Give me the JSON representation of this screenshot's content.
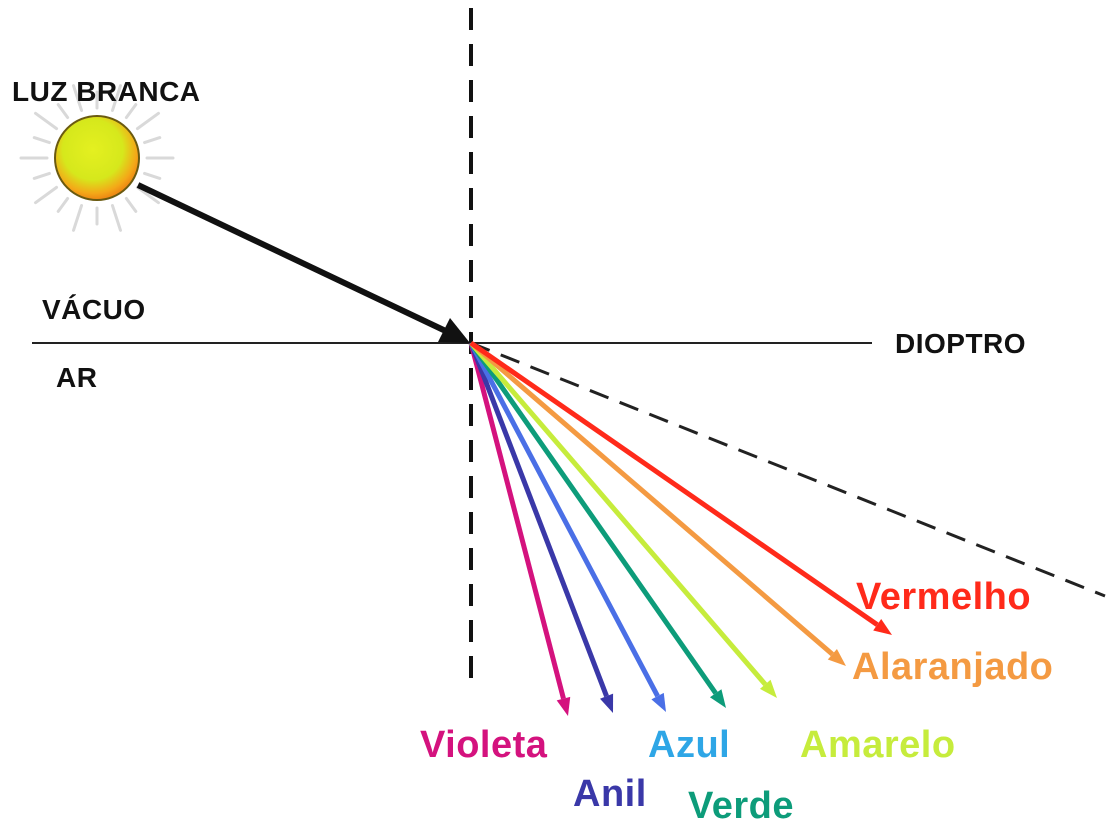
{
  "labels": {
    "light_source": "LUZ BRANCA",
    "vacuum": "VÁCUO",
    "air": "AR",
    "dioptre": "DIOPTRO"
  },
  "colors": {
    "vermelho": {
      "label": "Vermelho",
      "color": "#ff2a1a"
    },
    "alaranjado": {
      "label": "Alaranjado",
      "color": "#f49a42"
    },
    "amarelo": {
      "label": "Amarelo",
      "color": "#c6ec3c"
    },
    "verde": {
      "label": "Verde",
      "color": "#0d9c7a"
    },
    "azul": {
      "label": "Azul",
      "color": "#2ea6e6"
    },
    "anil": {
      "label": "Anil",
      "color": "#3a38a8"
    },
    "violeta": {
      "label": "Violeta",
      "color": "#d4127e"
    }
  },
  "ray_colors": {
    "incident": "#000000",
    "vermelho": "#ff2a1a",
    "alaranjado": "#f49a42",
    "amarelo": "#c6ec3c",
    "verde": "#0d9c7a",
    "azul": "#4a6fe6",
    "anil": "#3a38a8",
    "violeta": "#d4127e"
  }
}
